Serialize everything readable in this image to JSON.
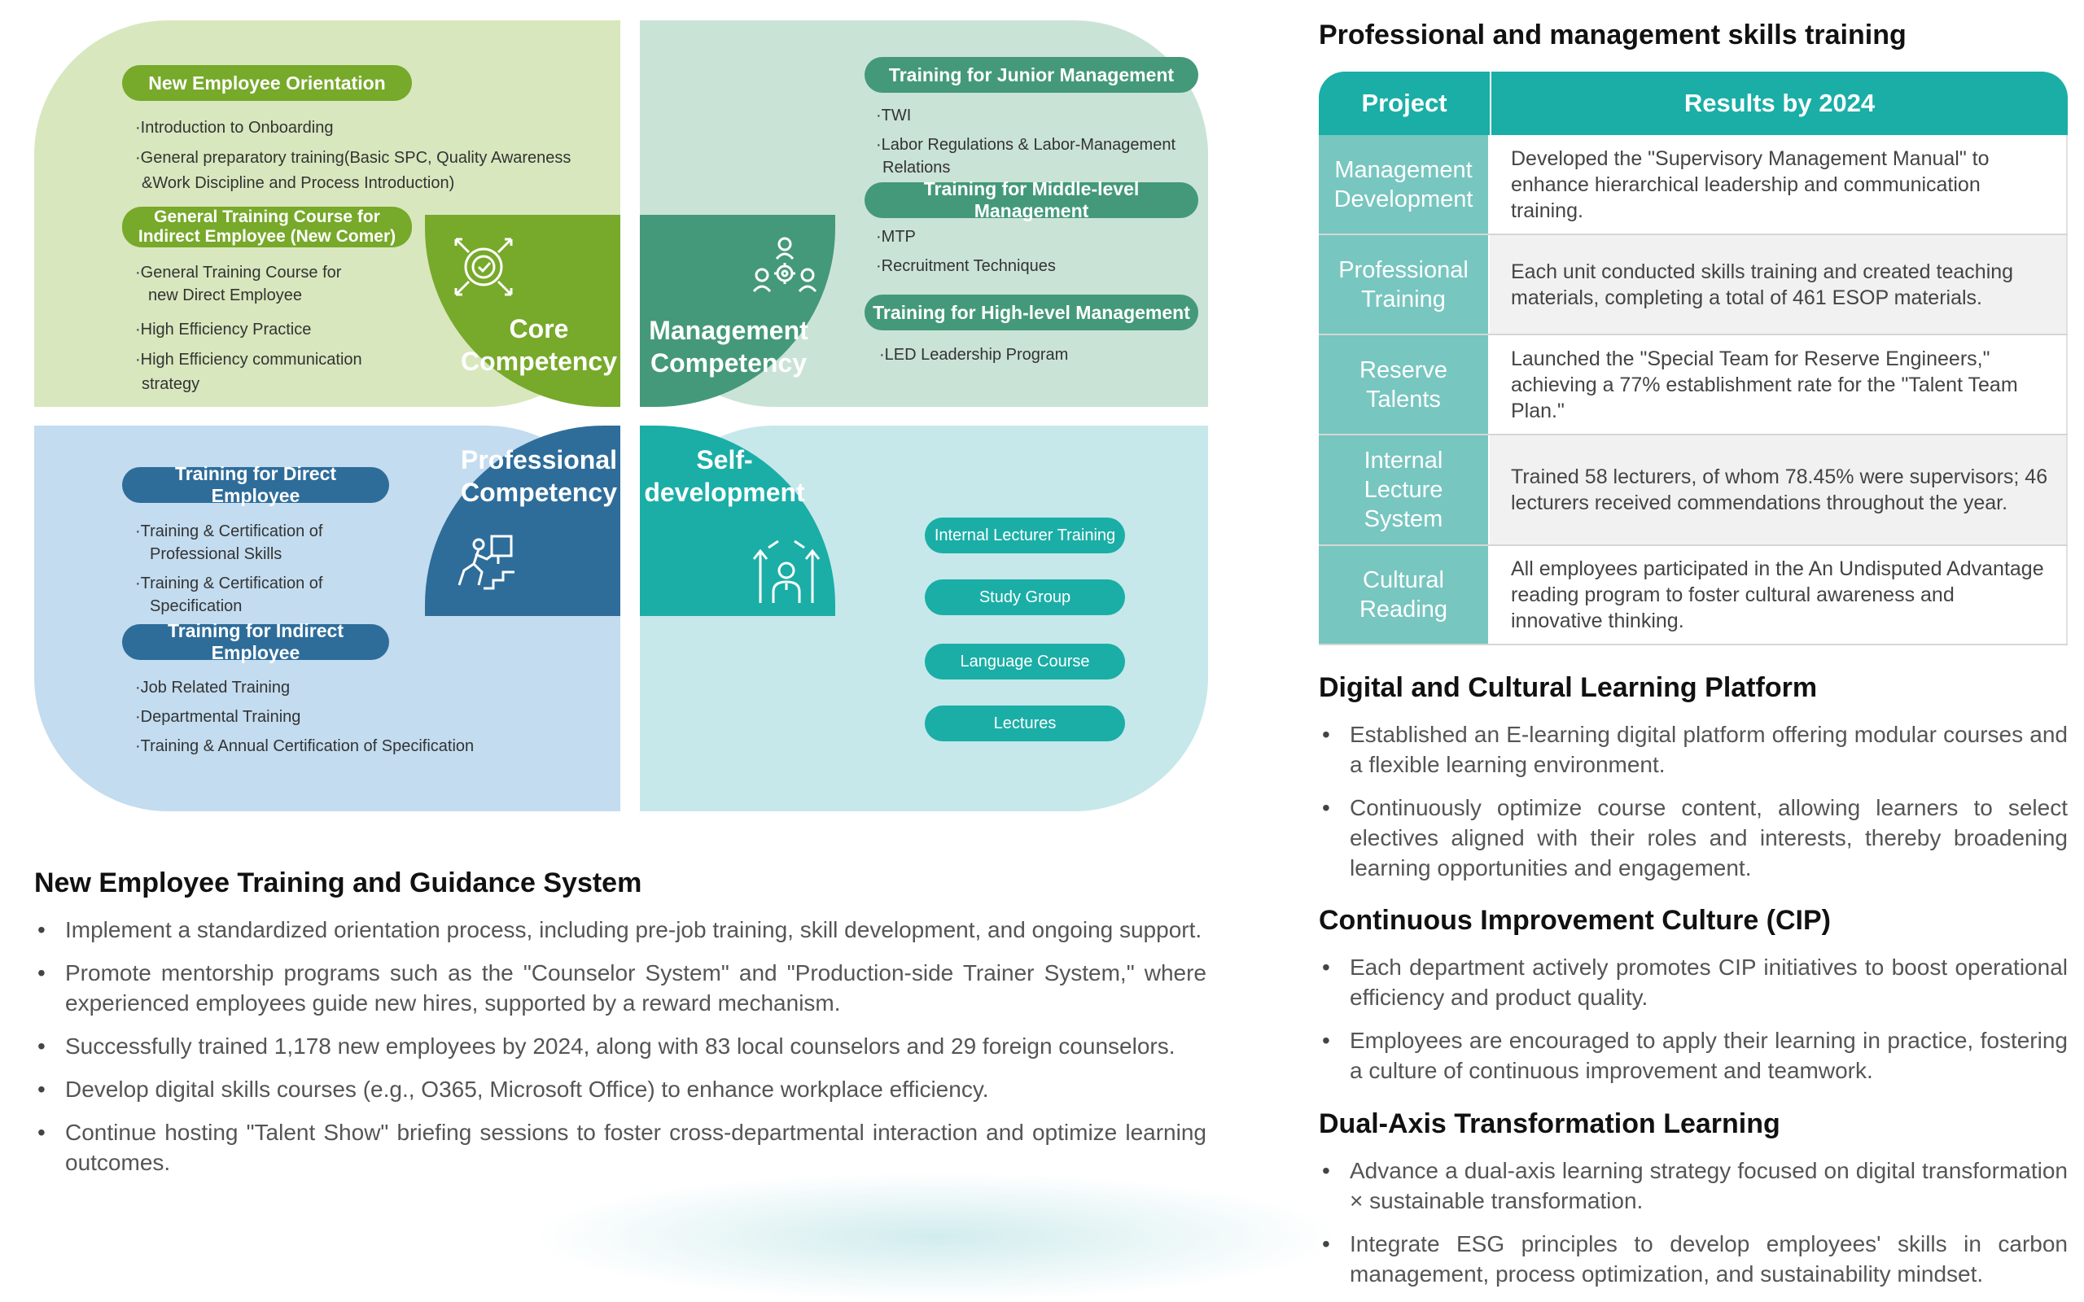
{
  "diagram": {
    "core": {
      "title_line1": "Core",
      "title_line2": "Competency",
      "orientation_label": "New Employee Orientation",
      "orientation_items": [
        "·Introduction to Onboarding",
        "·General preparatory training(Basic SPC, Quality Awareness",
        "&Work Discipline and Process Introduction)"
      ],
      "indirect_label_line1": "General Training Course for",
      "indirect_label_line2": "Indirect Employee (New Comer)",
      "indirect_items": [
        "·General Training Course for",
        "new Direct Employee",
        "·High Efficiency Practice",
        "·High Efficiency communication",
        "strategy"
      ]
    },
    "management": {
      "title_line1": "Management",
      "title_line2": "Competency",
      "junior_label": "Training for Junior Management",
      "junior_items": [
        "·TWI",
        "·Labor Regulations & Labor-Management",
        "Relations"
      ],
      "middle_label": "Training for Middle-level Management",
      "middle_items": [
        "·MTP",
        "·Recruitment Techniques"
      ],
      "high_label": "Training for High-level Management",
      "high_items": [
        "·LED Leadership Program"
      ]
    },
    "professional": {
      "title_line1": "Professional",
      "title_line2": "Competency",
      "direct_label": "Training for Direct Employee",
      "direct_items": [
        "·Training & Certification of",
        "Professional Skills",
        "·Training & Certification of",
        "Specification"
      ],
      "indirect_label": "Training for Indirect Employee",
      "indirect_items": [
        "·Job Related Training",
        "·Departmental Training",
        "·Training & Annual Certification of Specification"
      ]
    },
    "self": {
      "title_line1": "Self-",
      "title_line2": "development",
      "pills": [
        "Internal Lecturer Training",
        "Study Group",
        "Language Course",
        "Lectures"
      ]
    }
  },
  "new_employee": {
    "heading": "New Employee Training and Guidance System",
    "bullets": [
      "Implement a standardized orientation process, including pre-job training, skill development, and ongoing support.",
      "Promote mentorship programs such as the \"Counselor System\" and \"Production-side Trainer System,\" where experienced employees guide new hires, supported by a reward mechanism.",
      "Successfully trained 1,178 new employees by 2024, along with 83 local counselors and 29 foreign counselors.",
      "Develop digital skills courses (e.g., O365, Microsoft Office) to enhance workplace efficiency.",
      "Continue hosting \"Talent Show\" briefing sessions to foster cross-departmental interaction and optimize learning outcomes."
    ]
  },
  "skills_training": {
    "heading": "Professional and management skills training",
    "col_project": "Project",
    "col_results": "Results by 2024",
    "rows": [
      {
        "project": "Management Development",
        "result": "Developed the \"Supervisory Management Manual\" to enhance hierarchical leadership and communication training."
      },
      {
        "project": "Professional Training",
        "result": "Each unit conducted skills training and created teaching materials, completing a total of 461 ESOP materials."
      },
      {
        "project": "Reserve Talents",
        "result": "Launched the \"Special Team for Reserve Engineers,\" achieving a 77% establishment rate for the \"Talent Team Plan.\""
      },
      {
        "project": "Internal Lecture System",
        "result": "Trained 58 lecturers, of whom 78.45% were supervisors; 46 lecturers received commendations throughout the year."
      },
      {
        "project": "Cultural Reading",
        "result": "All employees participated in the An Undisputed Advantage reading program to foster cultural awareness and innovative thinking."
      }
    ]
  },
  "digital": {
    "heading": "Digital and Cultural Learning Platform",
    "bullets": [
      "Established an E-learning digital platform offering modular courses and a flexible learning environment.",
      "Continuously optimize course content, allowing learners to select electives aligned with their roles and interests, thereby broadening learning opportunities and engagement."
    ]
  },
  "cip": {
    "heading": "Continuous Improvement Culture (CIP)",
    "bullets": [
      "Each department actively promotes CIP initiatives to boost operational efficiency and product quality.",
      "Employees are encouraged to apply their learning in practice, fostering a culture of continuous improvement and teamwork."
    ]
  },
  "dual_axis": {
    "heading": "Dual-Axis Transformation Learning",
    "bullets": [
      "Advance a dual-axis learning strategy focused on digital transformation × sustainable transformation.",
      "Integrate ESG principles to develop employees' skills in carbon management, process optimization, and sustainability mindset."
    ]
  },
  "icons": {
    "core": "target-arrows-icon",
    "management": "team-gear-icon",
    "professional": "climbing-stairs-icon",
    "self": "person-growth-arrows-icon"
  },
  "colors": {
    "core_light": "#d8e7bd",
    "core_dark": "#77a92a",
    "management_light": "#cae3d7",
    "management_dark": "#44997a",
    "professional_light": "#c3dcef",
    "professional_dark": "#2e6d9a",
    "self_light": "#c6e8ea",
    "self_dark": "#1aaea6",
    "table_header": "#1aaea6",
    "table_project_cell": "#78c6c0"
  }
}
